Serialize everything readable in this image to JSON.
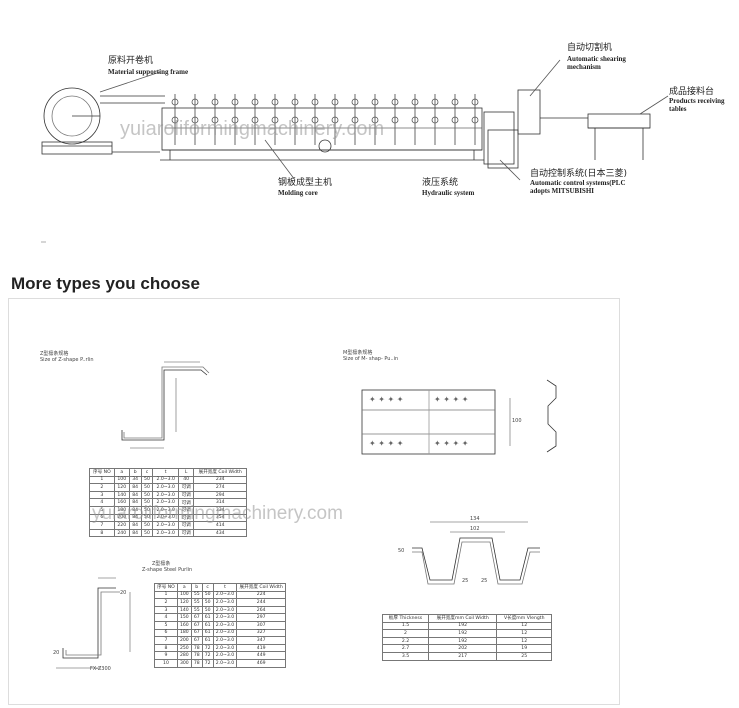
{
  "machine_diagram": {
    "labels": {
      "material_frame_cn": "原料开卷机",
      "material_frame_en": "Material supporting frame",
      "shearing_cn": "自动切割机",
      "shearing_en1": "Automatic shearing",
      "shearing_en2": "mechanism",
      "receiving_cn": "成品接料台",
      "receiving_en1": "Products receiving",
      "receiving_en2": "tables",
      "molding_cn": "钢板成型主机",
      "molding_en": "Molding core",
      "hydraulic_cn": "液压系统",
      "hydraulic_en": "Hydraulic system",
      "control_cn": "自动控制系统(日本三菱)",
      "control_en1": "Automatic control systems(PLC",
      "control_en2": "adopts MITSUBISHI"
    },
    "watermark": "yuiaroliformingmachinery.com"
  },
  "section_heading": "More types you choose",
  "profiles": {
    "z_shape_title_cn": "Z型檩条规格",
    "z_shape_title_en": "Size of Z-shape P..rlin",
    "m_shape_title_cn": "M型檩条规格",
    "m_shape_title_en": "Size of M- shap- Pu..in",
    "z_steel_title_cn": "Z型檩条",
    "z_steel_title_en": "Z-shape Steel Purlin",
    "fx_label": "FX-Z300",
    "watermark": "yuiaroliformingmachinery.com",
    "table1": {
      "headers": [
        "序号 NO",
        "a",
        "b",
        "c",
        "t",
        "L",
        "展开宽度 Coil Width"
      ],
      "rows": [
        [
          "1",
          "100",
          "34",
          "50",
          "2.0~3.0",
          "40",
          "234"
        ],
        [
          "2",
          "120",
          "84",
          "50",
          "2.0~3.0",
          "可调",
          "274"
        ],
        [
          "3",
          "140",
          "84",
          "50",
          "2.0~3.0",
          "可调",
          "294"
        ],
        [
          "4",
          "160",
          "84",
          "50",
          "2.0~3.0",
          "可调",
          "314"
        ],
        [
          "5",
          "180",
          "84",
          "50",
          "2.0~3.0",
          "可调",
          "334"
        ],
        [
          "6",
          "200",
          "84",
          "50",
          "2.0~3.0",
          "可调",
          "354"
        ],
        [
          "7",
          "220",
          "84",
          "50",
          "2.0~3.0",
          "可调",
          "414"
        ],
        [
          "8",
          "240",
          "84",
          "50",
          "2.0~3.0",
          "可调",
          "434"
        ]
      ]
    },
    "table2": {
      "headers": [
        "序号 NO",
        "a",
        "b",
        "c",
        "t",
        "展开宽度 Coil Width"
      ],
      "rows": [
        [
          "1",
          "100",
          "55",
          "50",
          "2.0~3.0",
          "224"
        ],
        [
          "2",
          "120",
          "55",
          "50",
          "2.0~3.0",
          "244"
        ],
        [
          "3",
          "140",
          "55",
          "50",
          "2.0~3.0",
          "264"
        ],
        [
          "4",
          "150",
          "67",
          "61",
          "2.0~3.0",
          "297"
        ],
        [
          "5",
          "160",
          "67",
          "61",
          "2.0~3.0",
          "307"
        ],
        [
          "6",
          "180",
          "67",
          "61",
          "2.0~3.0",
          "327"
        ],
        [
          "7",
          "200",
          "67",
          "61",
          "2.0~3.0",
          "347"
        ],
        [
          "8",
          "250",
          "78",
          "72",
          "2.0~3.0",
          "419"
        ],
        [
          "9",
          "280",
          "78",
          "72",
          "2.0~3.0",
          "449"
        ],
        [
          "10",
          "300",
          "78",
          "72",
          "2.0~3.0",
          "469"
        ]
      ]
    },
    "table3": {
      "headers": [
        "板厚 Thickness",
        "展开宽度mm Coil Width",
        "V长度mm Vlength"
      ],
      "rows": [
        [
          "1.5",
          "192",
          "12"
        ],
        [
          "2",
          "192",
          "12"
        ],
        [
          "2.2",
          "192",
          "12"
        ],
        [
          "2.7",
          "202",
          "19"
        ],
        [
          "3.5",
          "217",
          "25"
        ]
      ]
    },
    "dims": {
      "top_width": "134",
      "mid_width": "102",
      "bottom_a": "25",
      "bottom_b": "25",
      "side_h": "50",
      "plate_h": "100",
      "z_c": "20",
      "z_d": "20"
    }
  }
}
